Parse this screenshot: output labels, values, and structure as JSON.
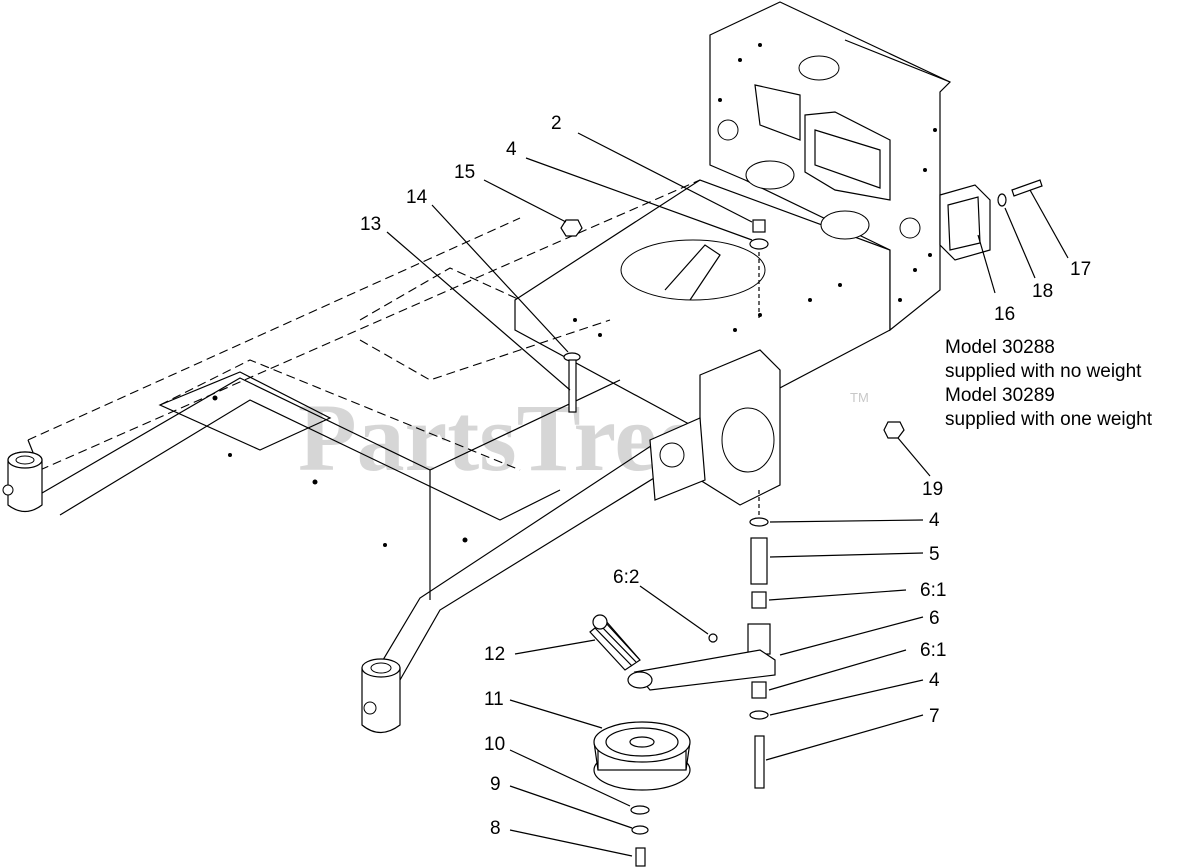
{
  "watermark": {
    "text": "PartsTree",
    "trademark": "TM"
  },
  "notes": [
    "Model 30288",
    "supplied with no weight",
    "Model 30289",
    "supplied with one weight"
  ],
  "callouts": [
    {
      "id": "c2",
      "label": "2"
    },
    {
      "id": "c4a",
      "label": "4"
    },
    {
      "id": "c15",
      "label": "15"
    },
    {
      "id": "c14",
      "label": "14"
    },
    {
      "id": "c13",
      "label": "13"
    },
    {
      "id": "c17",
      "label": "17"
    },
    {
      "id": "c18",
      "label": "18"
    },
    {
      "id": "c16",
      "label": "16"
    },
    {
      "id": "c19",
      "label": "19"
    },
    {
      "id": "c4b",
      "label": "4"
    },
    {
      "id": "c5",
      "label": "5"
    },
    {
      "id": "c61a",
      "label": "6:1"
    },
    {
      "id": "c6",
      "label": "6"
    },
    {
      "id": "c61b",
      "label": "6:1"
    },
    {
      "id": "c4c",
      "label": "4"
    },
    {
      "id": "c7",
      "label": "7"
    },
    {
      "id": "c62",
      "label": "6:2"
    },
    {
      "id": "c12",
      "label": "12"
    },
    {
      "id": "c11",
      "label": "11"
    },
    {
      "id": "c10",
      "label": "10"
    },
    {
      "id": "c9",
      "label": "9"
    },
    {
      "id": "c8",
      "label": "8"
    }
  ]
}
